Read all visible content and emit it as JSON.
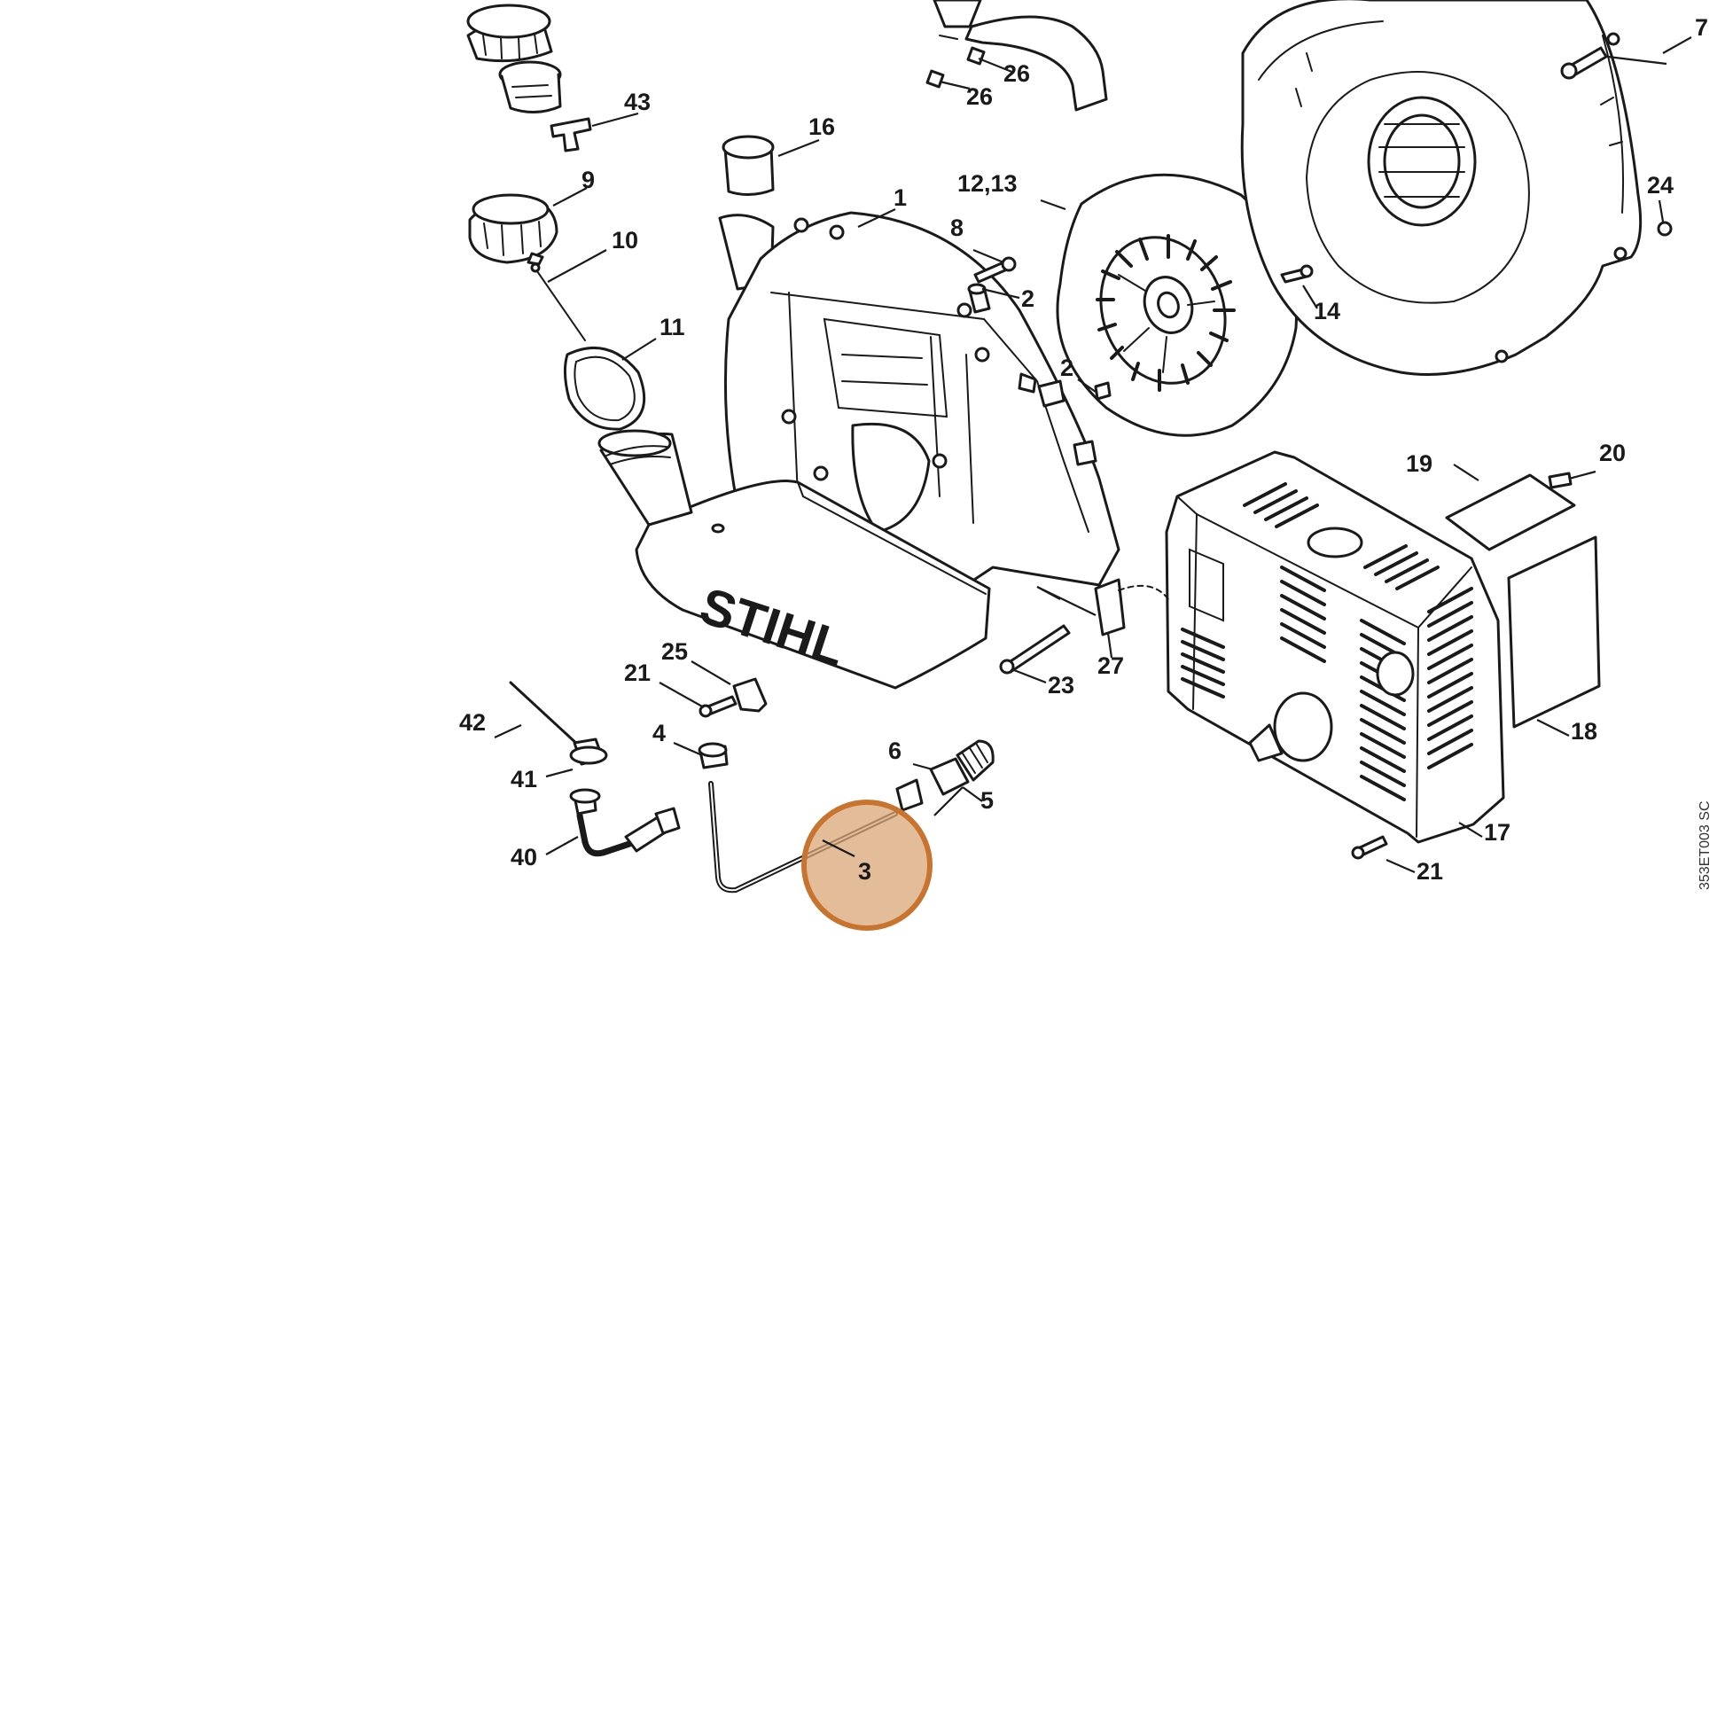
{
  "diagram": {
    "brand_text": "STIHL",
    "reference_code": "353ET003 SC",
    "highlight_color": "#D9A578",
    "highlight_stroke": "#C8742E",
    "callouts": {
      "c1": "1",
      "c2a": "2",
      "c2b": "2",
      "c3": "3",
      "c4": "4",
      "c5": "5",
      "c6": "6",
      "c7": "7",
      "c8": "8",
      "c9": "9",
      "c10": "10",
      "c11": "11",
      "c12_13": "12,13",
      "c14": "14",
      "c16": "16",
      "c17": "17",
      "c18": "18",
      "c19": "19",
      "c20": "20",
      "c21a": "21",
      "c21b": "21",
      "c23": "23",
      "c24": "24",
      "c25": "25",
      "c26a": "26",
      "c26b": "26",
      "c27": "27",
      "c40": "40",
      "c41": "41",
      "c42": "42",
      "c43": "43"
    }
  }
}
